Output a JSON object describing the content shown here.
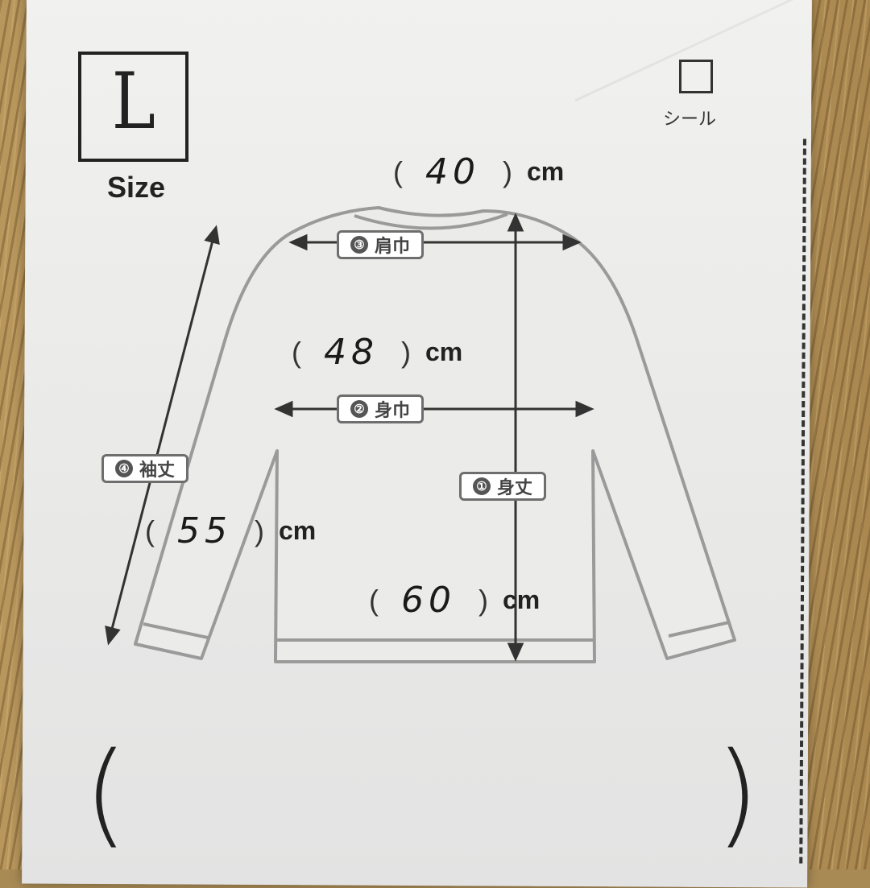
{
  "size": {
    "value": "L",
    "label": "Size"
  },
  "seal": {
    "label": "シール"
  },
  "unit": "cm",
  "parens": {
    "open": "(",
    "close": ")"
  },
  "measurements": {
    "shoulder": {
      "label": "肩巾",
      "number": "③",
      "value": "40"
    },
    "chest": {
      "label": "身巾",
      "number": "②",
      "value": "48"
    },
    "sleeve": {
      "label": "袖丈",
      "number": "④",
      "value": "55"
    },
    "length": {
      "label": "身丈",
      "number": "①",
      "value": "60"
    }
  },
  "colors": {
    "paper": "#ececea",
    "ink": "#222222",
    "wood": "#b8965c"
  }
}
